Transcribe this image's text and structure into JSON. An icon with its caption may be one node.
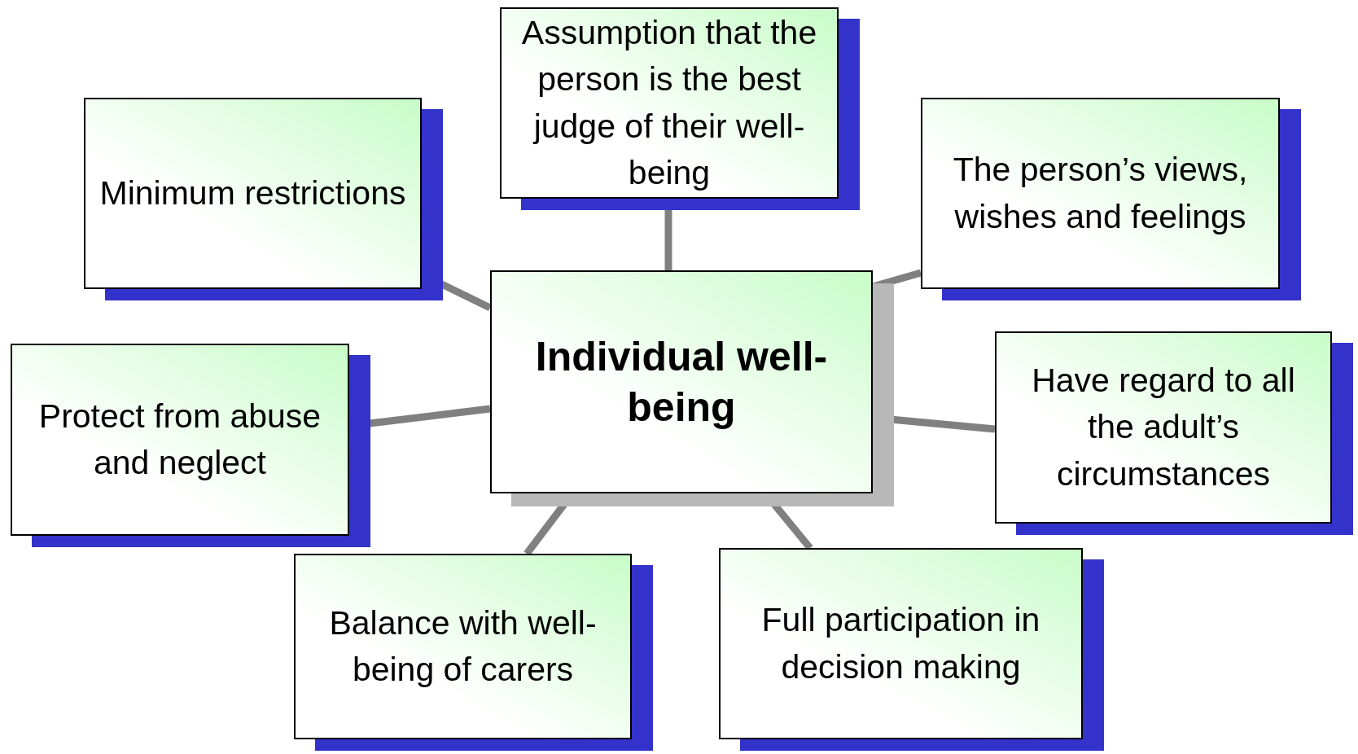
{
  "diagram": {
    "nodes": [
      {
        "text": [
          "Assumption that the person is the best judge of their well-being"
        ]
      },
      {
        "text": [
          "Minimum restrictions"
        ]
      },
      {
        "text": [
          "The person’s views, wishes and feelings"
        ]
      },
      {
        "text": [
          "Individual well-being"
        ]
      },
      {
        "text": [
          "Have regard to all the adult’s circumstances"
        ]
      },
      {
        "text": [
          "Protect from abuse and neglect"
        ]
      },
      {
        "text": [
          "Balance with well-being of carers"
        ]
      },
      {
        "text": [
          "Full participation in decision making"
        ]
      }
    ],
    "edges": [
      {
        "from": 3,
        "to": 0,
        "arrow": "none"
      },
      {
        "from": 3,
        "to": 1,
        "arrow": "none"
      },
      {
        "from": 3,
        "to": 2,
        "arrow": "none"
      },
      {
        "from": 3,
        "to": 4,
        "arrow": "none"
      },
      {
        "from": 3,
        "to": 5,
        "arrow": "none"
      },
      {
        "from": 3,
        "to": 6,
        "arrow": "none"
      },
      {
        "from": 3,
        "to": 7,
        "arrow": "none"
      }
    ]
  }
}
